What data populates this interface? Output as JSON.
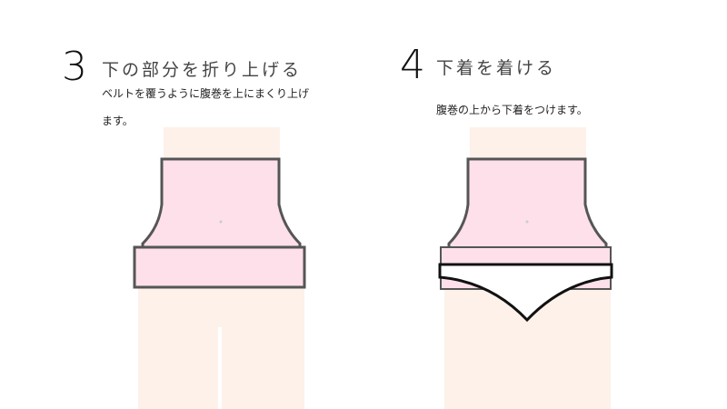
{
  "steps": [
    {
      "number": "3",
      "title": "下の部分を折り上げる",
      "description_line1": "ベルトを覆うように腹巻を上にまくり上げ",
      "description_line2": "ます。"
    },
    {
      "number": "4",
      "title": "下着を着ける",
      "description": "腹巻の上から下着をつけます。"
    }
  ],
  "colors": {
    "skin": "#fdf1ea",
    "belly_band": "#fde0ea",
    "outline": "#555555",
    "underwear": "#ffffff"
  }
}
